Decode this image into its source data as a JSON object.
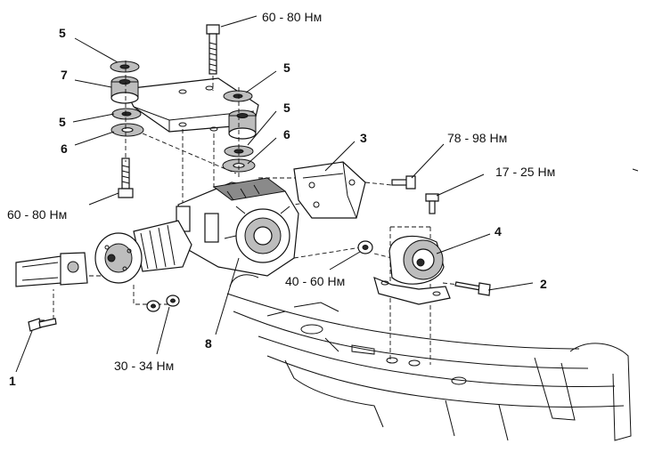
{
  "callouts": {
    "c1": "1",
    "c2": "2",
    "c3": "3",
    "c4": "4",
    "c5a": "5",
    "c5b": "5",
    "c5c": "5",
    "c5d": "5",
    "c6a": "6",
    "c6b": "6",
    "c7": "7",
    "c8": "8"
  },
  "torques": {
    "top_bolt": "60 - 80 Нм",
    "left_bolt": "60 - 80 Нм",
    "bracket_bolt": "78 - 98 Нм",
    "small_bolt": "17 - 25 Нм",
    "mount_nut": "40 - 60 Нм",
    "flange_nuts": "30 - 34 Нм"
  },
  "colors": {
    "ink": "#111111",
    "paper": "#ffffff"
  }
}
